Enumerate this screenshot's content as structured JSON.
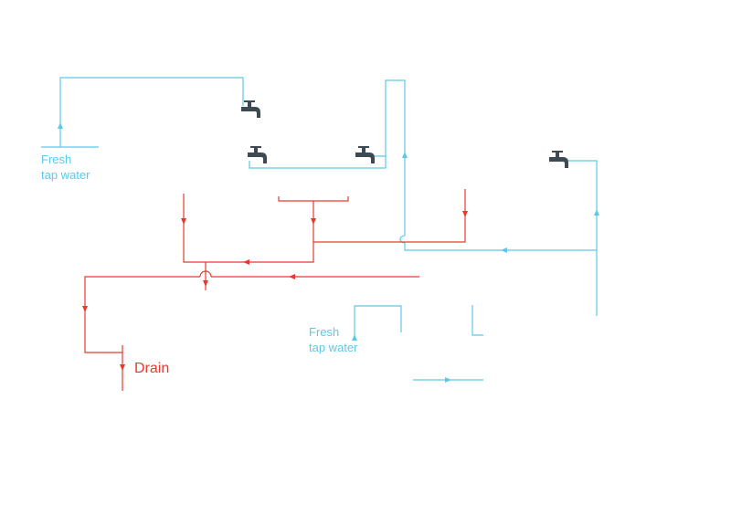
{
  "colors": {
    "fresh": "#5ccae6",
    "drain": "#e8392f",
    "tap": "#3d4a52"
  },
  "labels": {
    "fresh_left_line1": "Fresh",
    "fresh_left_line2": "tap water",
    "fresh_mid_line1": "Fresh",
    "fresh_mid_line2": "tap water",
    "drain": "Drain"
  },
  "icons": [
    "tap-icon",
    "tap-icon",
    "tap-icon",
    "tap-icon"
  ]
}
